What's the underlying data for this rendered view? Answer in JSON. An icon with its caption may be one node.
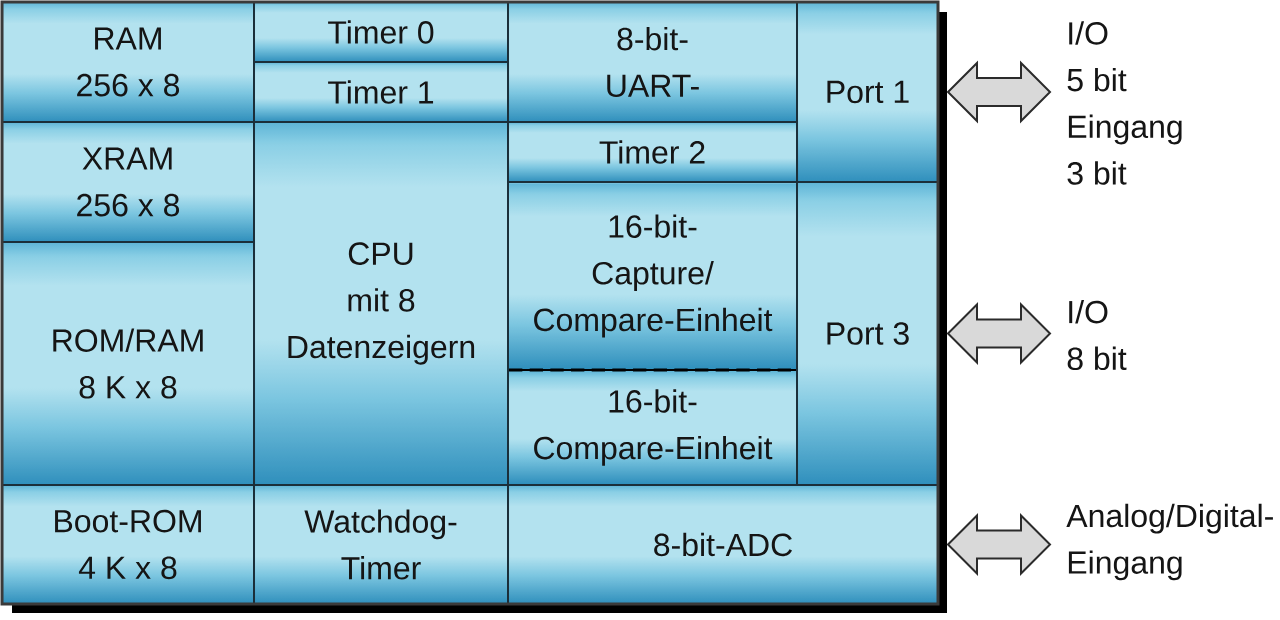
{
  "diagram": {
    "nodes": [
      {
        "text": [
          "RAM 256 x 8"
        ]
      },
      {
        "text": [
          "Timer 0"
        ]
      },
      {
        "text": [
          "8-bit- UART-"
        ]
      },
      {
        "text": [
          "Port 1"
        ]
      },
      {
        "text": [
          "I/O 5 bit Eingang 3 bit"
        ]
      },
      {
        "text": [
          "Timer 1"
        ]
      },
      {
        "text": [
          "XRAM 256 x 8"
        ]
      },
      {
        "text": [
          "CPU mit 8 Datenzeigern"
        ]
      },
      {
        "text": [
          "Timer 2"
        ]
      },
      {
        "text": [
          "16-bit- Capture/ Compare-Einheit"
        ]
      },
      {
        "text": [
          "Port 3"
        ]
      },
      {
        "text": [
          "I/O 8 bit"
        ]
      },
      {
        "text": [
          "ROM/RAM 8 K x 8"
        ]
      },
      {
        "text": [
          "16-bit- Compare-Einheit"
        ]
      },
      {
        "text": [
          "Boot-ROM 4 K x 8"
        ]
      },
      {
        "text": [
          "Watchdog- Timer"
        ]
      },
      {
        "text": [
          "8-bit-ADC"
        ]
      },
      {
        "text": [
          "Analog/Digital- Eingang"
        ]
      }
    ],
    "edges": [
      {
        "from": 3,
        "to": 4,
        "arrow": "both"
      },
      {
        "from": 10,
        "to": 11,
        "arrow": "both"
      },
      {
        "from": 16,
        "to": 17,
        "arrow": "both"
      }
    ]
  }
}
